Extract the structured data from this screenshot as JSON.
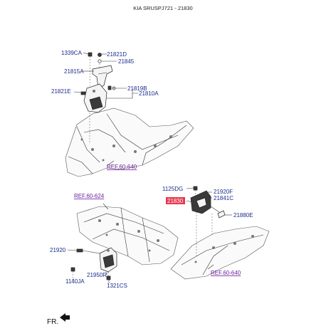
{
  "header": {
    "title": "KIA SRUSPJ721 - 21830"
  },
  "labels": {
    "l1339CA": "1339CA",
    "l21821D": "21821D",
    "l21845": "21845",
    "l21815A": "21815A",
    "l21819B": "21819B",
    "l21821E": "21821E",
    "l21810A": "21810A",
    "ref1": "REF.60-640",
    "l1125DG": "1125DG",
    "l21920F": "21920F",
    "l21841C": "21841C",
    "l21830": "21830",
    "l21880E": "21880E",
    "ref2": "REF.60-624",
    "l21920": "21920",
    "l1140JA": "1140JA",
    "l21950R": "21950R",
    "l1321CS": "1321CS",
    "ref3": "REF.60-640"
  },
  "footer": {
    "fr": "FR."
  },
  "colors": {
    "label": "#1a2a8c",
    "ref": "#6a1b9a",
    "highlight": "#e53950"
  }
}
